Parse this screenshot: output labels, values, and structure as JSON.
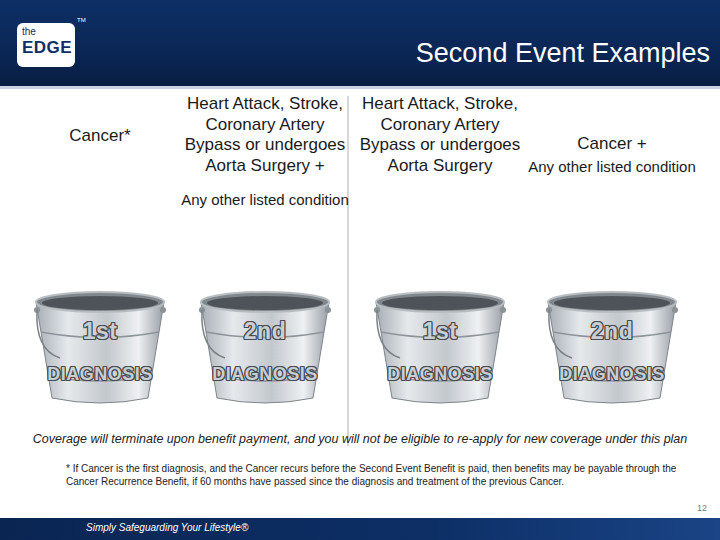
{
  "diagram": {
    "title": "Second Event Examples",
    "nodes": [
      {
        "text": [
          "Cancer*",
          "1st",
          "DIAGNOSIS"
        ]
      },
      {
        "text": [
          "Heart Attack, Stroke, Coronary Artery Bypass or undergoes Aorta Surgery +",
          "Any other listed condition",
          "2nd",
          "DIAGNOSIS"
        ]
      },
      {
        "text": [
          "Heart Attack, Stroke, Coronary Artery Bypass or undergoes Aorta Surgery",
          "1st",
          "DIAGNOSIS"
        ]
      },
      {
        "text": [
          "Cancer +",
          "Any other listed condition",
          "2nd",
          "DIAGNOSIS"
        ]
      }
    ],
    "labels": [
      "the",
      "EDGE",
      "TM",
      "Coverage will terminate upon benefit payment, and you will not be eligible to re-apply for new coverage under this plan",
      "* If Cancer is the first diagnosis, and the Cancer recurs before the Second Event Benefit is paid, then benefits may be payable through the Cancer Recurrence Benefit, if 60 months have passed since the diagnosis and treatment of the previous Cancer.",
      "Simply Safeguarding Your Lifestyle®",
      "12"
    ]
  }
}
